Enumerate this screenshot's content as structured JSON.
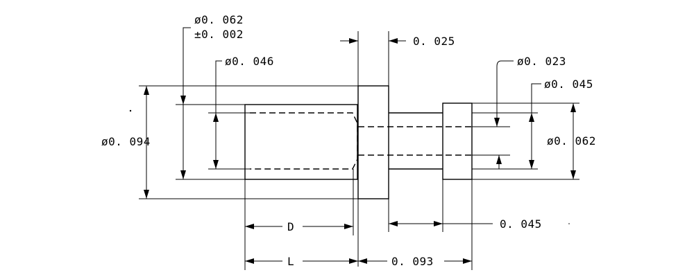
{
  "labels": {
    "dia_flange_od": "ø0. 062",
    "dia_flange_tol": "±0. 002",
    "dia_bore": "ø0. 046",
    "dia_head": "ø0. 094",
    "head_thickness": "0. 025",
    "dia_pin": "ø0. 023",
    "dia_collar_id": "ø0. 045",
    "dia_collar_od": "ø0. 062",
    "dim_d": "D",
    "collar_width": "0. 045",
    "dim_l": "L",
    "pin_length": "0. 093"
  }
}
